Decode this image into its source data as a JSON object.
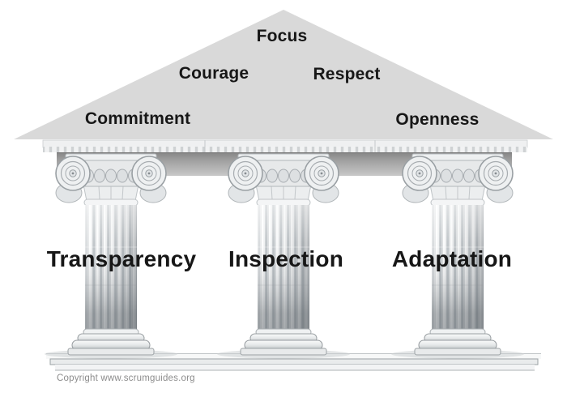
{
  "diagram_subject": "Scrum values and pillars temple",
  "pediment": {
    "shape": "triangle",
    "values": [
      {
        "id": "focus",
        "label": "Focus"
      },
      {
        "id": "courage",
        "label": "Courage"
      },
      {
        "id": "respect",
        "label": "Respect"
      },
      {
        "id": "commitment",
        "label": "Commitment"
      },
      {
        "id": "openness",
        "label": "Openness"
      }
    ]
  },
  "pillars": [
    {
      "id": "transparency",
      "label": "Transparency"
    },
    {
      "id": "inspection",
      "label": "Inspection"
    },
    {
      "id": "adaptation",
      "label": "Adaptation"
    }
  ],
  "footer": {
    "copyright": "Copyright www.scrumguides.org"
  },
  "colors": {
    "background": "#ffffff",
    "pediment_fill": "#d9d9d9",
    "label_text": "#171717",
    "beam_gray": "#9d9d9d",
    "marble_light": "#eff0f1",
    "marble_shadow": "#9aa0a4",
    "copyright_text": "#8c8c8c"
  }
}
